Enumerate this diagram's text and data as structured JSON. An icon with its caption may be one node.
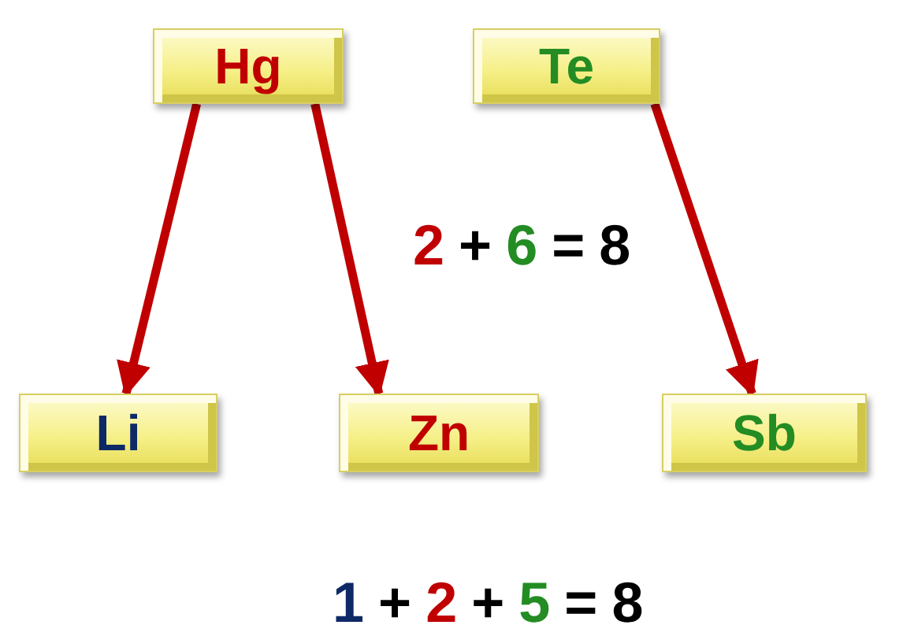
{
  "diagram": {
    "nodes": [
      {
        "text": [
          "Hg"
        ]
      },
      {
        "text": [
          "Te"
        ]
      },
      {
        "text": [
          "Li"
        ]
      },
      {
        "text": [
          "Zn"
        ]
      },
      {
        "text": [
          "Sb"
        ]
      }
    ],
    "edges": [
      {
        "from": 0,
        "to": 2,
        "arrow": "to"
      },
      {
        "from": 0,
        "to": 3,
        "arrow": "to"
      },
      {
        "from": 1,
        "to": 4,
        "arrow": "to"
      }
    ],
    "labels": [
      "2",
      "+",
      "6",
      "=",
      "8",
      "1",
      "+",
      "2",
      "+",
      "5",
      "=",
      "8"
    ]
  }
}
